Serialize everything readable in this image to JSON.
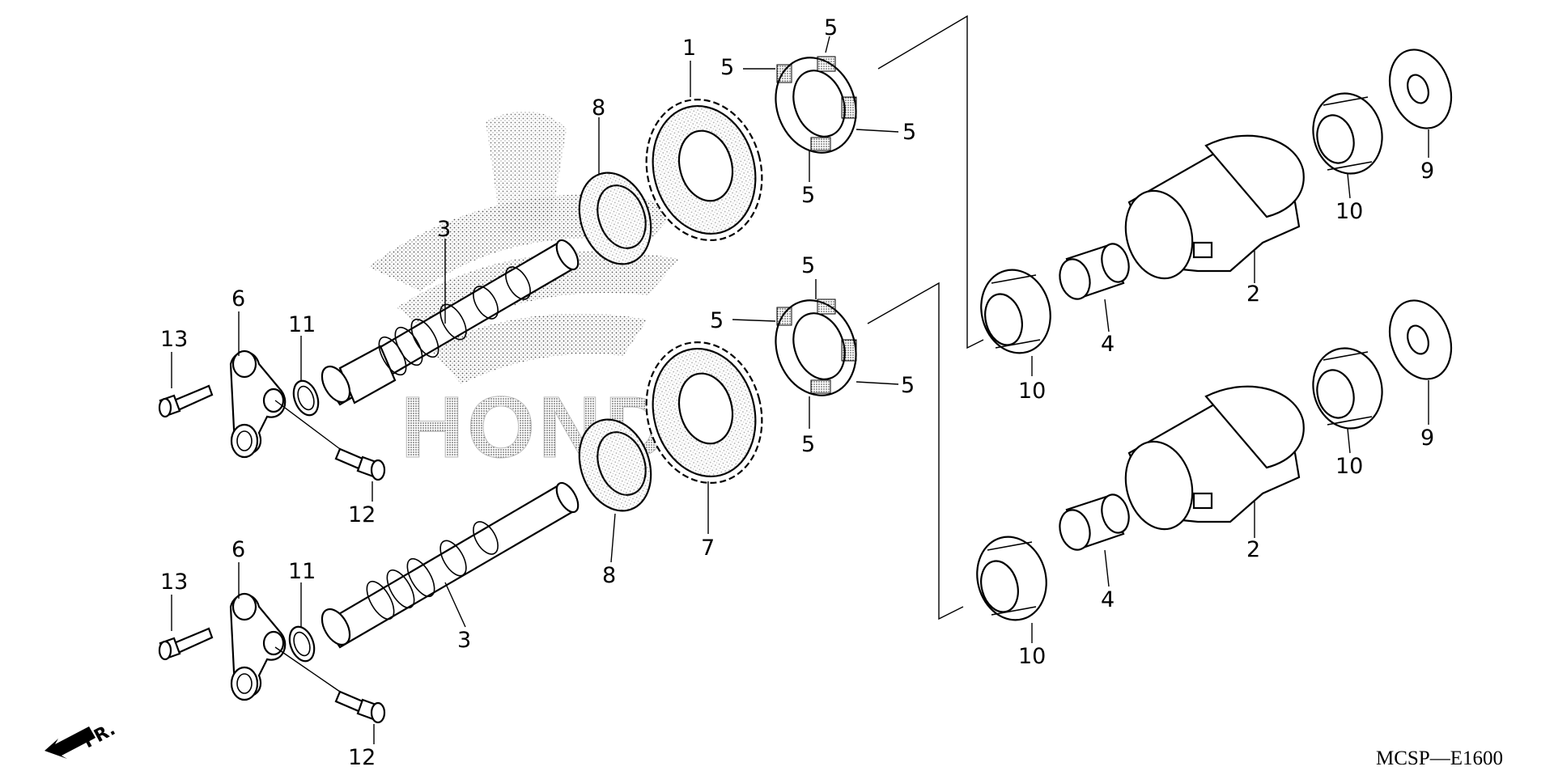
{
  "diagram": {
    "code": "MCSP—E1600",
    "watermark": "HONDA",
    "direction_label": "FR.",
    "callouts": [
      {
        "id": "c1",
        "text": "1"
      },
      {
        "id": "c2a",
        "text": "2"
      },
      {
        "id": "c2b",
        "text": "2"
      },
      {
        "id": "c3a",
        "text": "3"
      },
      {
        "id": "c3b",
        "text": "3"
      },
      {
        "id": "c4a",
        "text": "4"
      },
      {
        "id": "c4b",
        "text": "4"
      },
      {
        "id": "c5a",
        "text": "5"
      },
      {
        "id": "c5b",
        "text": "5"
      },
      {
        "id": "c5c",
        "text": "5"
      },
      {
        "id": "c5d",
        "text": "5"
      },
      {
        "id": "c5e",
        "text": "5"
      },
      {
        "id": "c5f",
        "text": "5"
      },
      {
        "id": "c5g",
        "text": "5"
      },
      {
        "id": "c5h",
        "text": "5"
      },
      {
        "id": "c6a",
        "text": "6"
      },
      {
        "id": "c6b",
        "text": "6"
      },
      {
        "id": "c7",
        "text": "7"
      },
      {
        "id": "c8a",
        "text": "8"
      },
      {
        "id": "c8b",
        "text": "8"
      },
      {
        "id": "c9a",
        "text": "9"
      },
      {
        "id": "c9b",
        "text": "9"
      },
      {
        "id": "c10a",
        "text": "10"
      },
      {
        "id": "c10b",
        "text": "10"
      },
      {
        "id": "c10c",
        "text": "10"
      },
      {
        "id": "c10d",
        "text": "10"
      },
      {
        "id": "c11a",
        "text": "11"
      },
      {
        "id": "c11b",
        "text": "11"
      },
      {
        "id": "c12a",
        "text": "12"
      },
      {
        "id": "c12b",
        "text": "12"
      },
      {
        "id": "c13a",
        "text": "13"
      },
      {
        "id": "c13b",
        "text": "13"
      }
    ]
  }
}
